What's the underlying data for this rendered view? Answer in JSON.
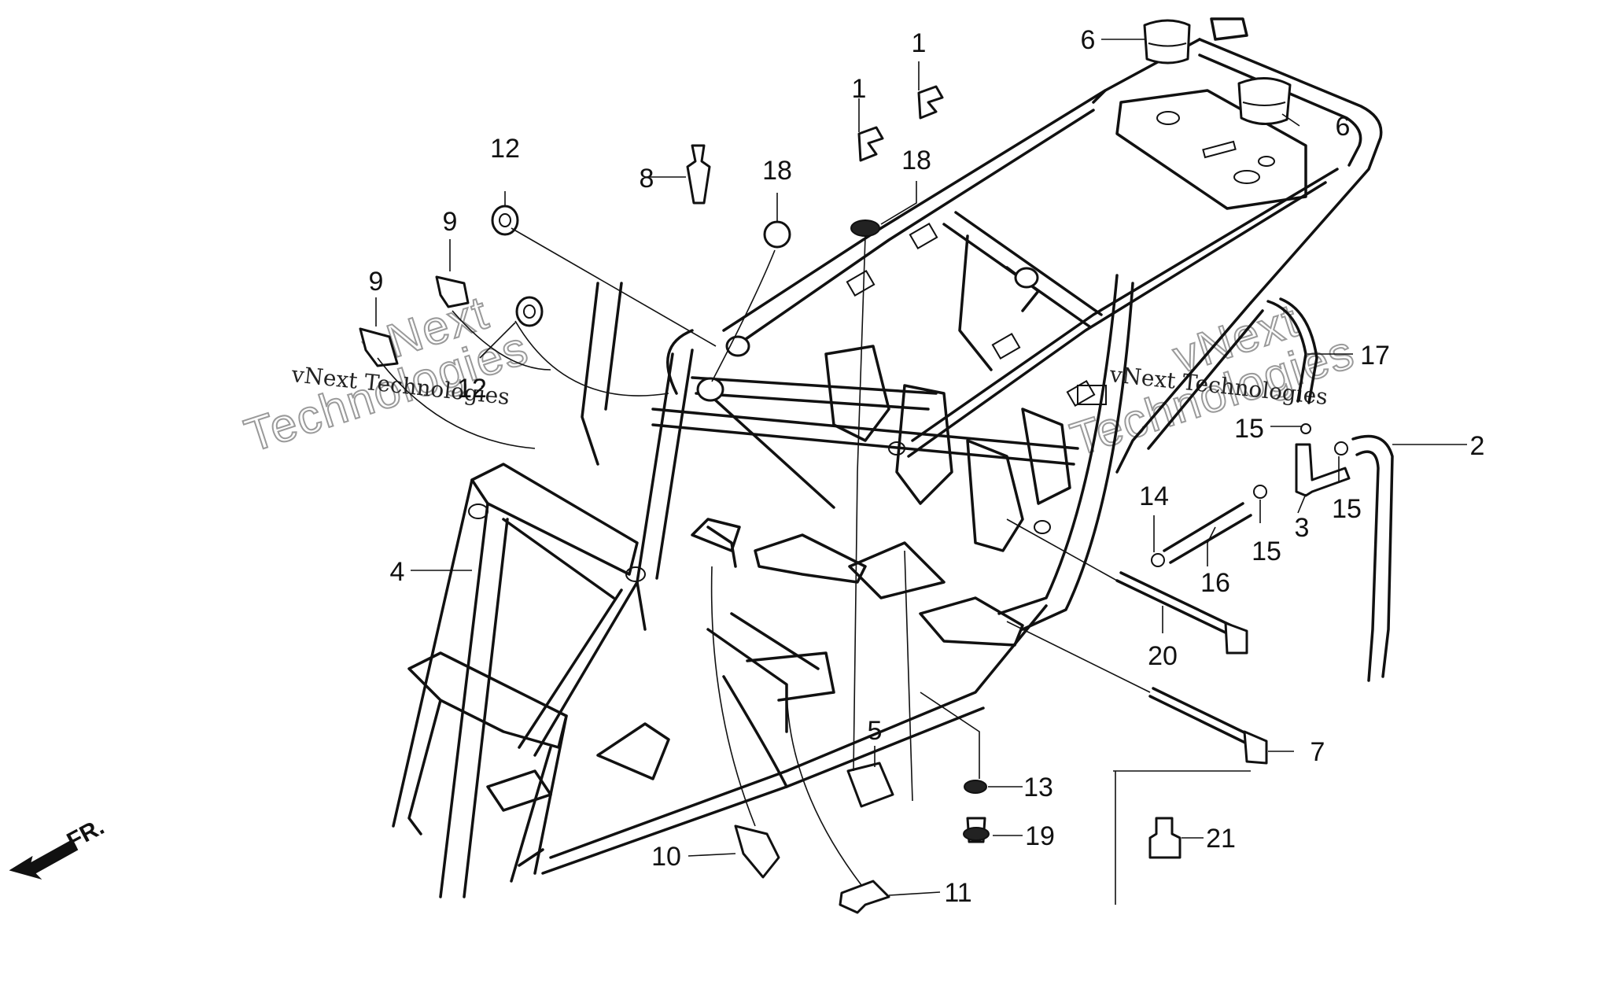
{
  "labels": [
    {
      "text": "1"
    },
    {
      "text": "1"
    },
    {
      "text": "6"
    },
    {
      "text": "6"
    },
    {
      "text": "12"
    },
    {
      "text": "8"
    },
    {
      "text": "18"
    },
    {
      "text": "18"
    },
    {
      "text": "9"
    },
    {
      "text": "9"
    },
    {
      "text": "12"
    },
    {
      "text": "17"
    },
    {
      "text": "2"
    },
    {
      "text": "15"
    },
    {
      "text": "15"
    },
    {
      "text": "15"
    },
    {
      "text": "3"
    },
    {
      "text": "14"
    },
    {
      "text": "16"
    },
    {
      "text": "4"
    },
    {
      "text": "20"
    },
    {
      "text": "5"
    },
    {
      "text": "7"
    },
    {
      "text": "13"
    },
    {
      "text": "19"
    },
    {
      "text": "21"
    },
    {
      "text": "10"
    },
    {
      "text": "11"
    }
  ],
  "watermarks": {
    "company_small": "vNext Technologies",
    "brand_outline_1": "vNext",
    "brand_outline_2": "Technologies"
  },
  "direction_arrow": {
    "label": "FR."
  }
}
